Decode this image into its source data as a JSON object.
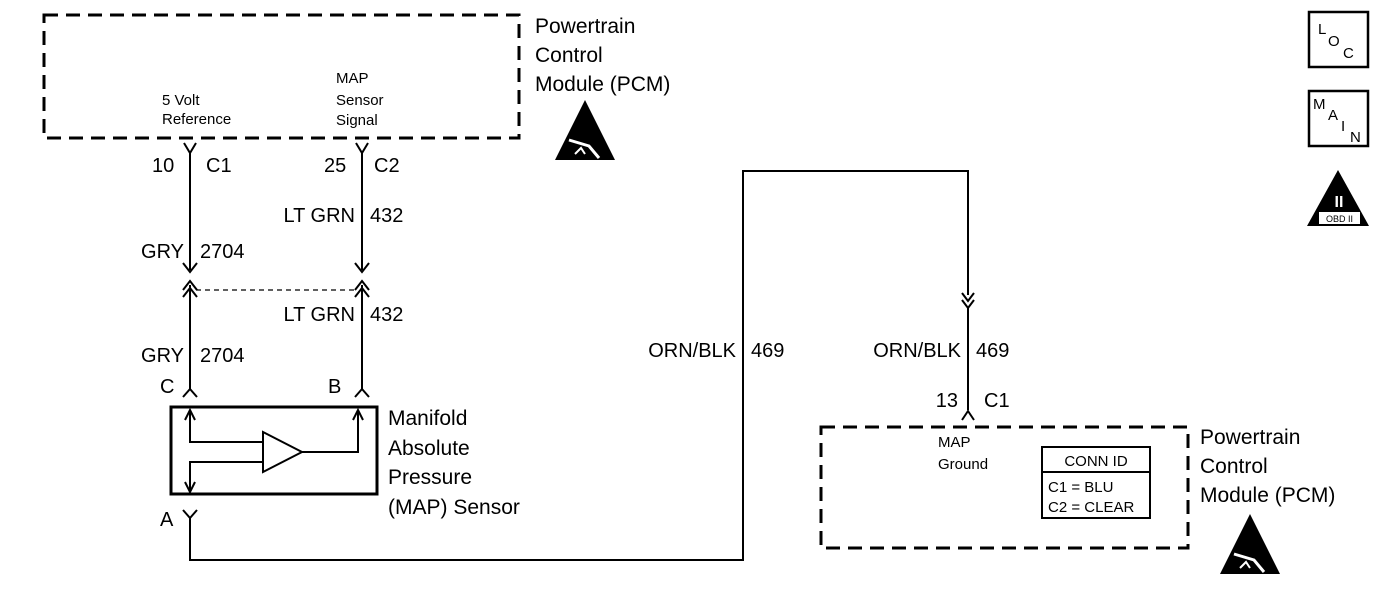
{
  "pcm_top": {
    "title_lines": [
      "Powertrain",
      "Control",
      "Module (PCM)"
    ],
    "pin_5v_lines": [
      "5 Volt",
      "Reference"
    ],
    "pin_map_lines": [
      "MAP",
      "Sensor",
      "Signal"
    ]
  },
  "connectors": {
    "c1_top": {
      "pin": "10",
      "conn": "C1"
    },
    "c2_top": {
      "pin": "25",
      "conn": "C2"
    },
    "c1_bottom": {
      "pin": "13",
      "conn": "C1"
    }
  },
  "wires": {
    "gry_upper": {
      "color": "GRY",
      "circuit": "2704"
    },
    "gry_lower": {
      "color": "GRY",
      "circuit": "2704"
    },
    "ltgrn_upper": {
      "color": "LT GRN",
      "circuit": "432"
    },
    "ltgrn_lower": {
      "color": "LT GRN",
      "circuit": "432"
    },
    "orn_left": {
      "color": "ORN/BLK",
      "circuit": "469"
    },
    "orn_right": {
      "color": "ORN/BLK",
      "circuit": "469"
    }
  },
  "sensor": {
    "title_lines": [
      "Manifold",
      "Absolute",
      "Pressure",
      "(MAP) Sensor"
    ],
    "terminal_c": "C",
    "terminal_b": "B",
    "terminal_a": "A"
  },
  "pcm_bottom": {
    "title_lines": [
      "Powertrain",
      "Control",
      "Module (PCM)"
    ],
    "pin_lines": [
      "MAP",
      "Ground"
    ],
    "conn_id": {
      "header": "CONN ID",
      "rows": [
        "C1 = BLU",
        "C2 = CLEAR"
      ]
    }
  },
  "legend_icons": {
    "loc": {
      "l": "L",
      "o": "O",
      "c": "C"
    },
    "main": {
      "m": "M",
      "a": "A",
      "i": "I",
      "n": "N"
    },
    "obd": {
      "numeral": "II",
      "caption": "OBD II"
    }
  }
}
